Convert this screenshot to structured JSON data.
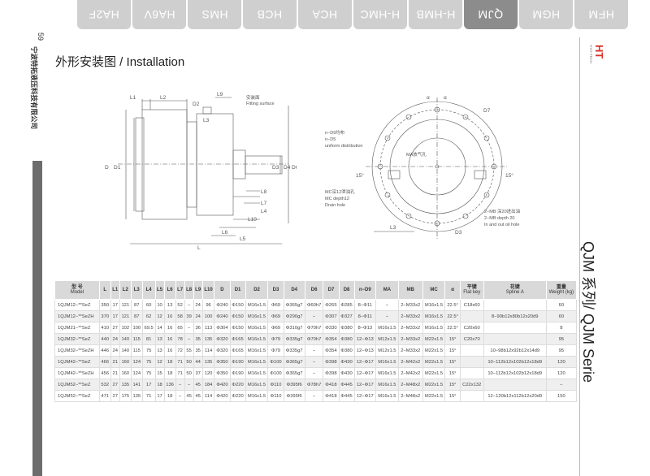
{
  "page": {
    "number": "59",
    "company": "宁波特拓液压科技有限公司",
    "title_cn": "外形安装图",
    "title_en": "Installation",
    "title_sep": " / ",
    "series_label": "QJM 系列/ QJM Serie",
    "logo": {
      "mark": "HT",
      "sub": "HYD-TECH",
      "color": "#d9342b"
    }
  },
  "tabs": [
    {
      "label": "HA2F",
      "active": false
    },
    {
      "label": "HA6V",
      "active": false
    },
    {
      "label": "HMS",
      "active": false
    },
    {
      "label": "HCB",
      "active": false
    },
    {
      "label": "HCA",
      "active": false
    },
    {
      "label": "H-HMC",
      "active": false
    },
    {
      "label": "H-HMB",
      "active": false
    },
    {
      "label": "QJM",
      "active": true
    },
    {
      "label": "HGM",
      "active": false
    },
    {
      "label": "HFM",
      "active": false
    }
  ],
  "side_view": {
    "labels": [
      "L1",
      "L2",
      "L9",
      "D2",
      "L3",
      "D",
      "D1",
      "D3",
      "D4",
      "D6",
      "L8",
      "L7",
      "L4",
      "L10",
      "L6",
      "L5",
      "L"
    ],
    "note": "安装面",
    "note_en": "Fitting surface"
  },
  "front_view": {
    "labels": [
      "α",
      "α",
      "D7",
      "15°",
      "15°",
      "L3",
      "D3"
    ],
    "note_holes": "n−D9均布",
    "note_holes2": "n−D5",
    "note_holes_en": "uniform distribution",
    "note_ma": "MA放气孔",
    "note_mc": "MC深12泄油孔",
    "note_mc_en": "MC depth12",
    "note_mc_en2": "Drain hole",
    "note_mb": "2−MB 深20进出油孔",
    "note_mb_en": "2−MB depth 20",
    "note_mb_en2": "In and out oil hole"
  },
  "table": {
    "headers": [
      {
        "cn": "型 号",
        "en": "Model"
      },
      {
        "cn": "L",
        "en": ""
      },
      {
        "cn": "L1",
        "en": ""
      },
      {
        "cn": "L2",
        "en": ""
      },
      {
        "cn": "L3",
        "en": ""
      },
      {
        "cn": "L4",
        "en": ""
      },
      {
        "cn": "L5",
        "en": ""
      },
      {
        "cn": "L6",
        "en": ""
      },
      {
        "cn": "L7",
        "en": ""
      },
      {
        "cn": "L8",
        "en": ""
      },
      {
        "cn": "L9",
        "en": ""
      },
      {
        "cn": "L10",
        "en": ""
      },
      {
        "cn": "D",
        "en": ""
      },
      {
        "cn": "D1",
        "en": ""
      },
      {
        "cn": "D2",
        "en": ""
      },
      {
        "cn": "D3",
        "en": ""
      },
      {
        "cn": "D4",
        "en": ""
      },
      {
        "cn": "D6",
        "en": ""
      },
      {
        "cn": "D7",
        "en": ""
      },
      {
        "cn": "D8",
        "en": ""
      },
      {
        "cn": "n−D9",
        "en": ""
      },
      {
        "cn": "MA",
        "en": ""
      },
      {
        "cn": "MB",
        "en": ""
      },
      {
        "cn": "MC",
        "en": ""
      },
      {
        "cn": "α",
        "en": ""
      },
      {
        "cn": "平键",
        "en": "Flat key"
      },
      {
        "cn": "花键",
        "en": "Spline A"
      },
      {
        "cn": "重量",
        "en": "Weight (kg)"
      }
    ],
    "rows": [
      [
        "1QJM12−**SeZ",
        "350",
        "17",
        "121",
        "87",
        "60",
        "10",
        "13",
        "52",
        "−",
        "24",
        "96",
        "Φ240",
        "Φ150",
        "M16x1.5",
        "Φ69",
        "Φ365g7",
        "Φ60h7",
        "Φ265",
        "Φ285",
        "8−Φ11",
        "−",
        "2−M33x2",
        "M16x1.5",
        "22.5°",
        "C18x60",
        "",
        "60"
      ],
      [
        "1QJM12−**SeZH",
        "370",
        "17",
        "121",
        "87",
        "62",
        "12",
        "16",
        "58",
        "39",
        "24",
        "100",
        "Φ240",
        "Φ150",
        "M16x1.5",
        "Φ69",
        "Φ290g7",
        "−",
        "Φ307",
        "Φ327",
        "8−Φ11",
        "−",
        "2−M33x2",
        "M16x1.5",
        "22.5°",
        "",
        "8−90b12x80b12x20d9",
        "60"
      ],
      [
        "1QJM21−**SeZ",
        "410",
        "27",
        "102",
        "100",
        "69.5",
        "14",
        "16",
        "65",
        "−",
        "36",
        "113",
        "Φ304",
        "Φ150",
        "M16x1.5",
        "Φ69",
        "Φ310g7",
        "Φ70h7",
        "Φ330",
        "Φ380",
        "8−Φ13",
        "M16x1.5",
        "2−M33x2",
        "M16x1.5",
        "22.5°",
        "C20x60",
        "",
        "8"
      ],
      [
        "1QJM32−**SeZ",
        "440",
        "24",
        "140",
        "115",
        "81",
        "13",
        "16",
        "78",
        "−",
        "35",
        "135",
        "Φ320",
        "Φ165",
        "M16x1.5",
        "Φ79",
        "Φ335g7",
        "Φ70h7",
        "Φ354",
        "Φ380",
        "12−Φ13",
        "M12x1.5",
        "2−M33x2",
        "M22x1.5",
        "15°",
        "C20x70",
        "",
        "95"
      ],
      [
        "1QJM32−**SeZH",
        "446",
        "24",
        "140",
        "115",
        "75",
        "13",
        "16",
        "72",
        "55",
        "35",
        "114",
        "Φ320",
        "Φ165",
        "M16x1.5",
        "Φ79",
        "Φ335g7",
        "−",
        "Φ354",
        "Φ380",
        "12−Φ13",
        "M12x1.5",
        "2−M33x2",
        "M22x1.5",
        "15°",
        "",
        "10−98b12x92b12x14d9",
        "95"
      ],
      [
        "1QJM42−**SeZ",
        "466",
        "21",
        "160",
        "124",
        "75",
        "12",
        "18",
        "71",
        "50",
        "44",
        "135",
        "Φ350",
        "Φ190",
        "M16x1.5",
        "Φ100",
        "Φ365g7",
        "−",
        "Φ398",
        "Φ430",
        "12−Φ17",
        "M16x1.5",
        "2−M42x2",
        "M22x1.5",
        "15°",
        "",
        "10−112b12x102b12x18d9",
        "120"
      ],
      [
        "1QJM42−**SeZH",
        "456",
        "21",
        "160",
        "124",
        "75",
        "15",
        "18",
        "71",
        "50",
        "37",
        "120",
        "Φ350",
        "Φ190",
        "M16x1.5",
        "Φ100",
        "Φ365g7",
        "−",
        "Φ398",
        "Φ430",
        "12−Φ17",
        "M16x1.5",
        "2−M42x2",
        "M22x1.5",
        "15°",
        "",
        "10−112b12x102b12x18d9",
        "120"
      ],
      [
        "1QJM52−**SeZ",
        "532",
        "27",
        "135",
        "141",
        "17",
        "18",
        "136",
        "−",
        "−",
        "45",
        "184",
        "Φ420",
        "Φ220",
        "M16x1.5",
        "Φ110",
        "Φ395f6",
        "Φ78h7",
        "Φ418",
        "Φ445",
        "12−Φ17",
        "M16x1.5",
        "2−M48x2",
        "M22x1.5",
        "15°",
        "C22x132",
        "",
        "−"
      ],
      [
        "1QJM52−**SeZ",
        "471",
        "27",
        "175",
        "135",
        "71",
        "17",
        "18",
        "−",
        "45",
        "45",
        "114",
        "Φ420",
        "Φ220",
        "M16x1.5",
        "Φ110",
        "Φ395f6",
        "−",
        "Φ418",
        "Φ445",
        "12−Φ17",
        "M16x1.5",
        "2−M48x2",
        "M22x1.5",
        "15°",
        "",
        "12−120b12x112b12x20d9",
        "150"
      ]
    ]
  }
}
